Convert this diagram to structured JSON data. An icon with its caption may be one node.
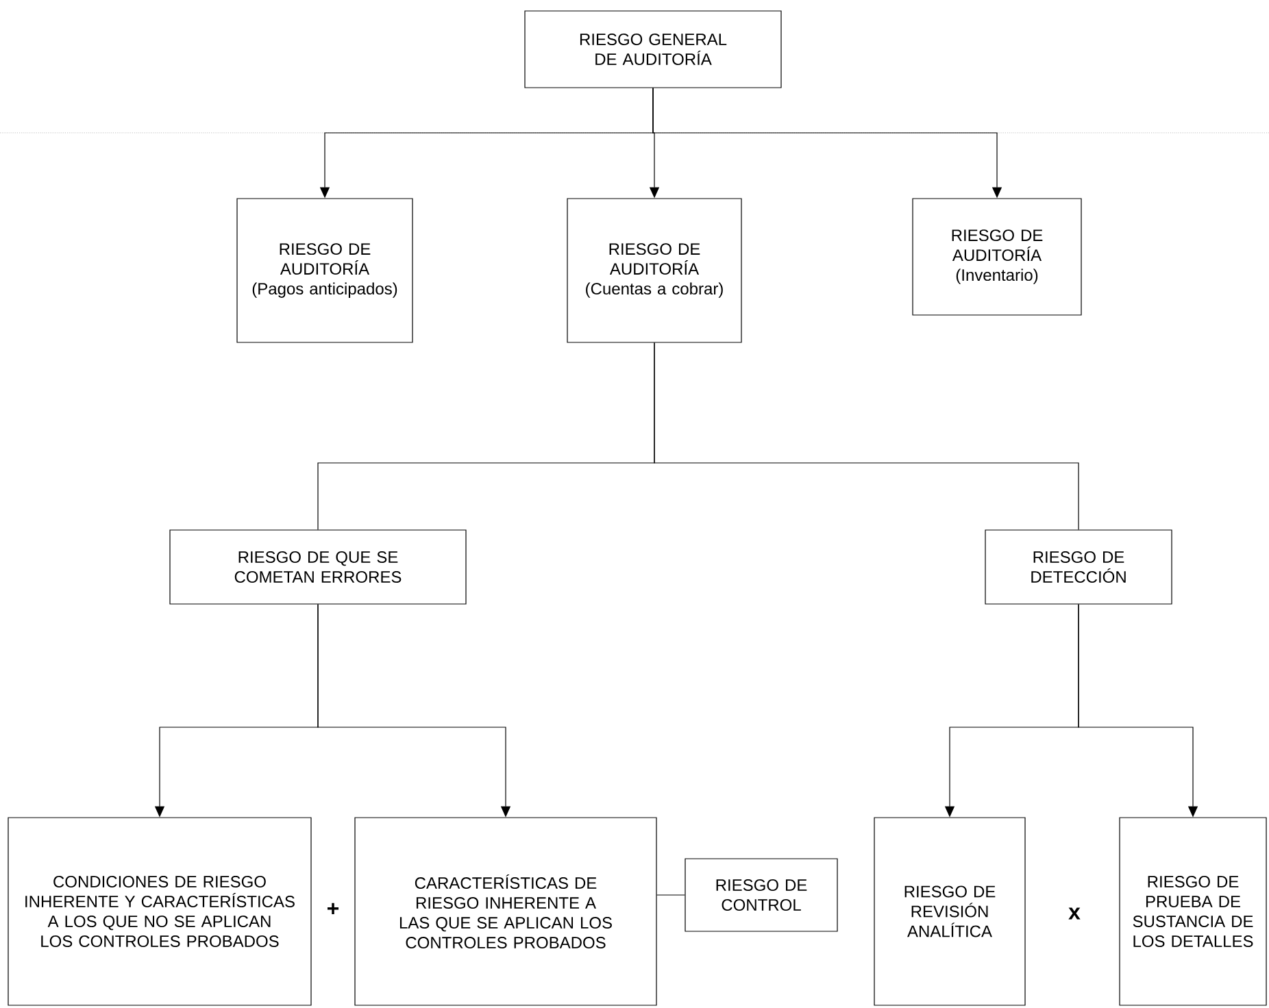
{
  "diagram": {
    "nodes": [
      {
        "text": [
          "RIESGO GENERAL DE AUDITORÍA"
        ]
      },
      {
        "text": [
          "RIESGO DE AUDITORÍA",
          "(Pagos anticipados)"
        ]
      },
      {
        "text": [
          "RIESGO DE AUDITORÍA",
          "(Cuentas a cobrar)"
        ]
      },
      {
        "text": [
          "RIESGO DE AUDITORÍA",
          "(Inventario)"
        ]
      },
      {
        "text": [
          "RIESGO DE QUE SE COMETAN ERRORES"
        ]
      },
      {
        "text": [
          "RIESGO DE DETECCIÓN"
        ]
      },
      {
        "text": [
          "CONDICIONES DE RIESGO INHERENTE Y CARACTERÍSTICAS A LOS QUE NO SE APLICAN LOS CONTROLES PROBADOS"
        ]
      },
      {
        "text": [
          "CARACTERÍSTICAS DE RIESGO INHERENTE A LAS QUE SE APLICAN LOS CONTROLES PROBADOS"
        ]
      },
      {
        "text": [
          "RIESGO DE CONTROL"
        ]
      },
      {
        "text": [
          "RIESGO DE REVISIÓN ANALÍTICA"
        ]
      },
      {
        "text": [
          "RIESGO DE PRUEBA DE SUSTANCIA DE LOS DETALLES"
        ]
      }
    ],
    "edges": [
      {
        "from": 0,
        "to": 1,
        "arrow": "to"
      },
      {
        "from": 0,
        "to": 2,
        "arrow": "to"
      },
      {
        "from": 0,
        "to": 3,
        "arrow": "to"
      },
      {
        "from": 2,
        "to": 4,
        "arrow": "none"
      },
      {
        "from": 2,
        "to": 5,
        "arrow": "none"
      },
      {
        "from": 4,
        "to": 6,
        "arrow": "to"
      },
      {
        "from": 4,
        "to": 7,
        "arrow": "to"
      },
      {
        "from": 5,
        "to": 9,
        "arrow": "to"
      },
      {
        "from": 5,
        "to": 10,
        "arrow": "to"
      },
      {
        "from": 7,
        "to": 8,
        "arrow": "none"
      }
    ],
    "labels": [
      "+",
      "x"
    ]
  }
}
